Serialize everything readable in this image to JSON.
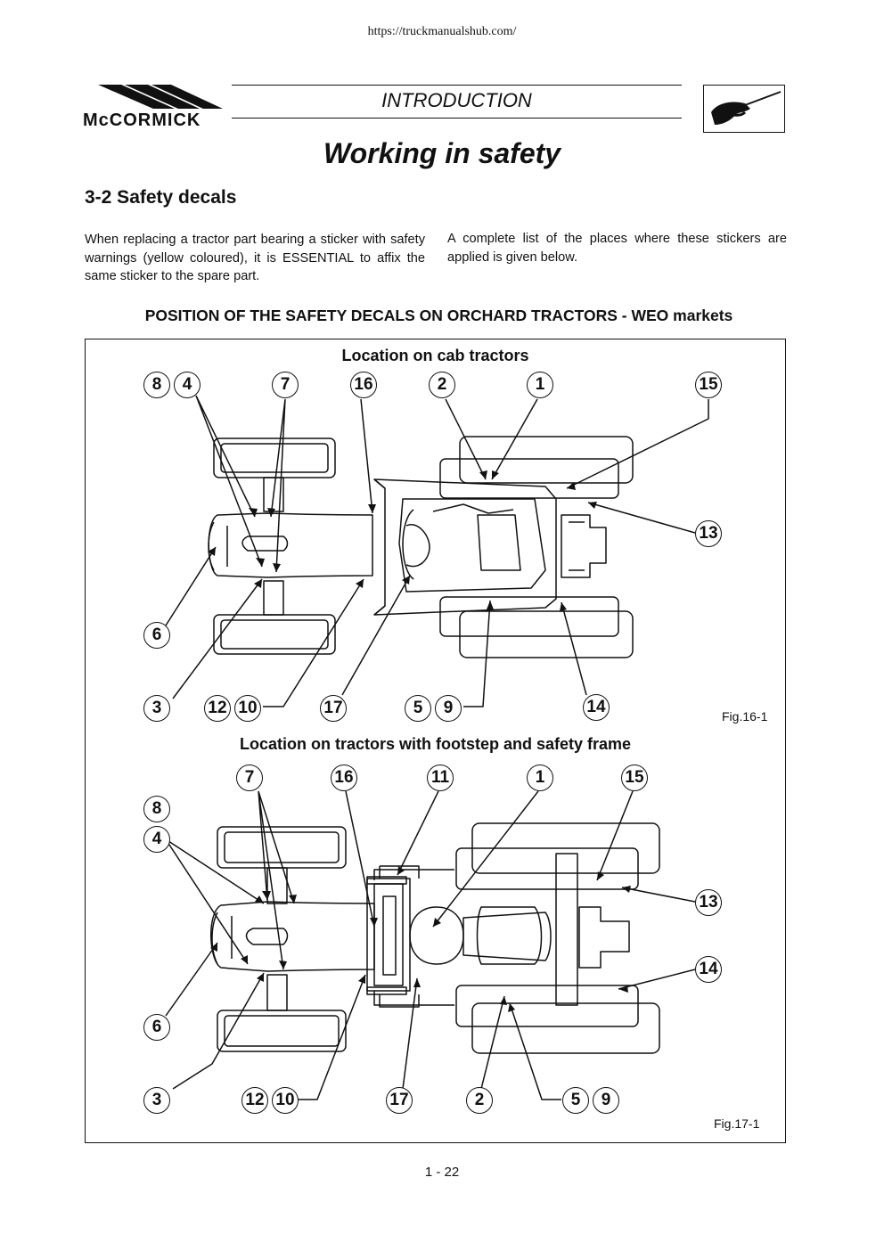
{
  "header": {
    "url": "https://truckmanualshub.com/",
    "brand": "McCORMICK",
    "section": "INTRODUCTION",
    "icon": "hand-pointing-icon"
  },
  "title": "Working in safety",
  "subtitle": "3-2 Safety decals",
  "paragraphs": [
    "When replacing a tractor part bearing a sticker with safety warnings (yellow coloured), it is ESSENTIAL to affix the same sticker to the spare part.",
    "A complete list of the places where these stickers are applied is given below."
  ],
  "figure_heading": "POSITION OF THE SAFETY DECALS ON ORCHARD TRACTORS - WEO markets",
  "figures": [
    {
      "caption": "Location on cab tractors",
      "label": "Fig.16-1",
      "callouts": [
        "8",
        "4",
        "7",
        "16",
        "2",
        "1",
        "15",
        "13",
        "6",
        "3",
        "12",
        "10",
        "17",
        "5",
        "9",
        "14"
      ]
    },
    {
      "caption": "Location on tractors with footstep and safety frame",
      "label": "Fig.17-1",
      "callouts": [
        "7",
        "16",
        "11",
        "1",
        "15",
        "8",
        "4",
        "13",
        "14",
        "6",
        "3",
        "12",
        "10",
        "17",
        "2",
        "5",
        "9"
      ]
    }
  ],
  "page_number": "1 - 22"
}
